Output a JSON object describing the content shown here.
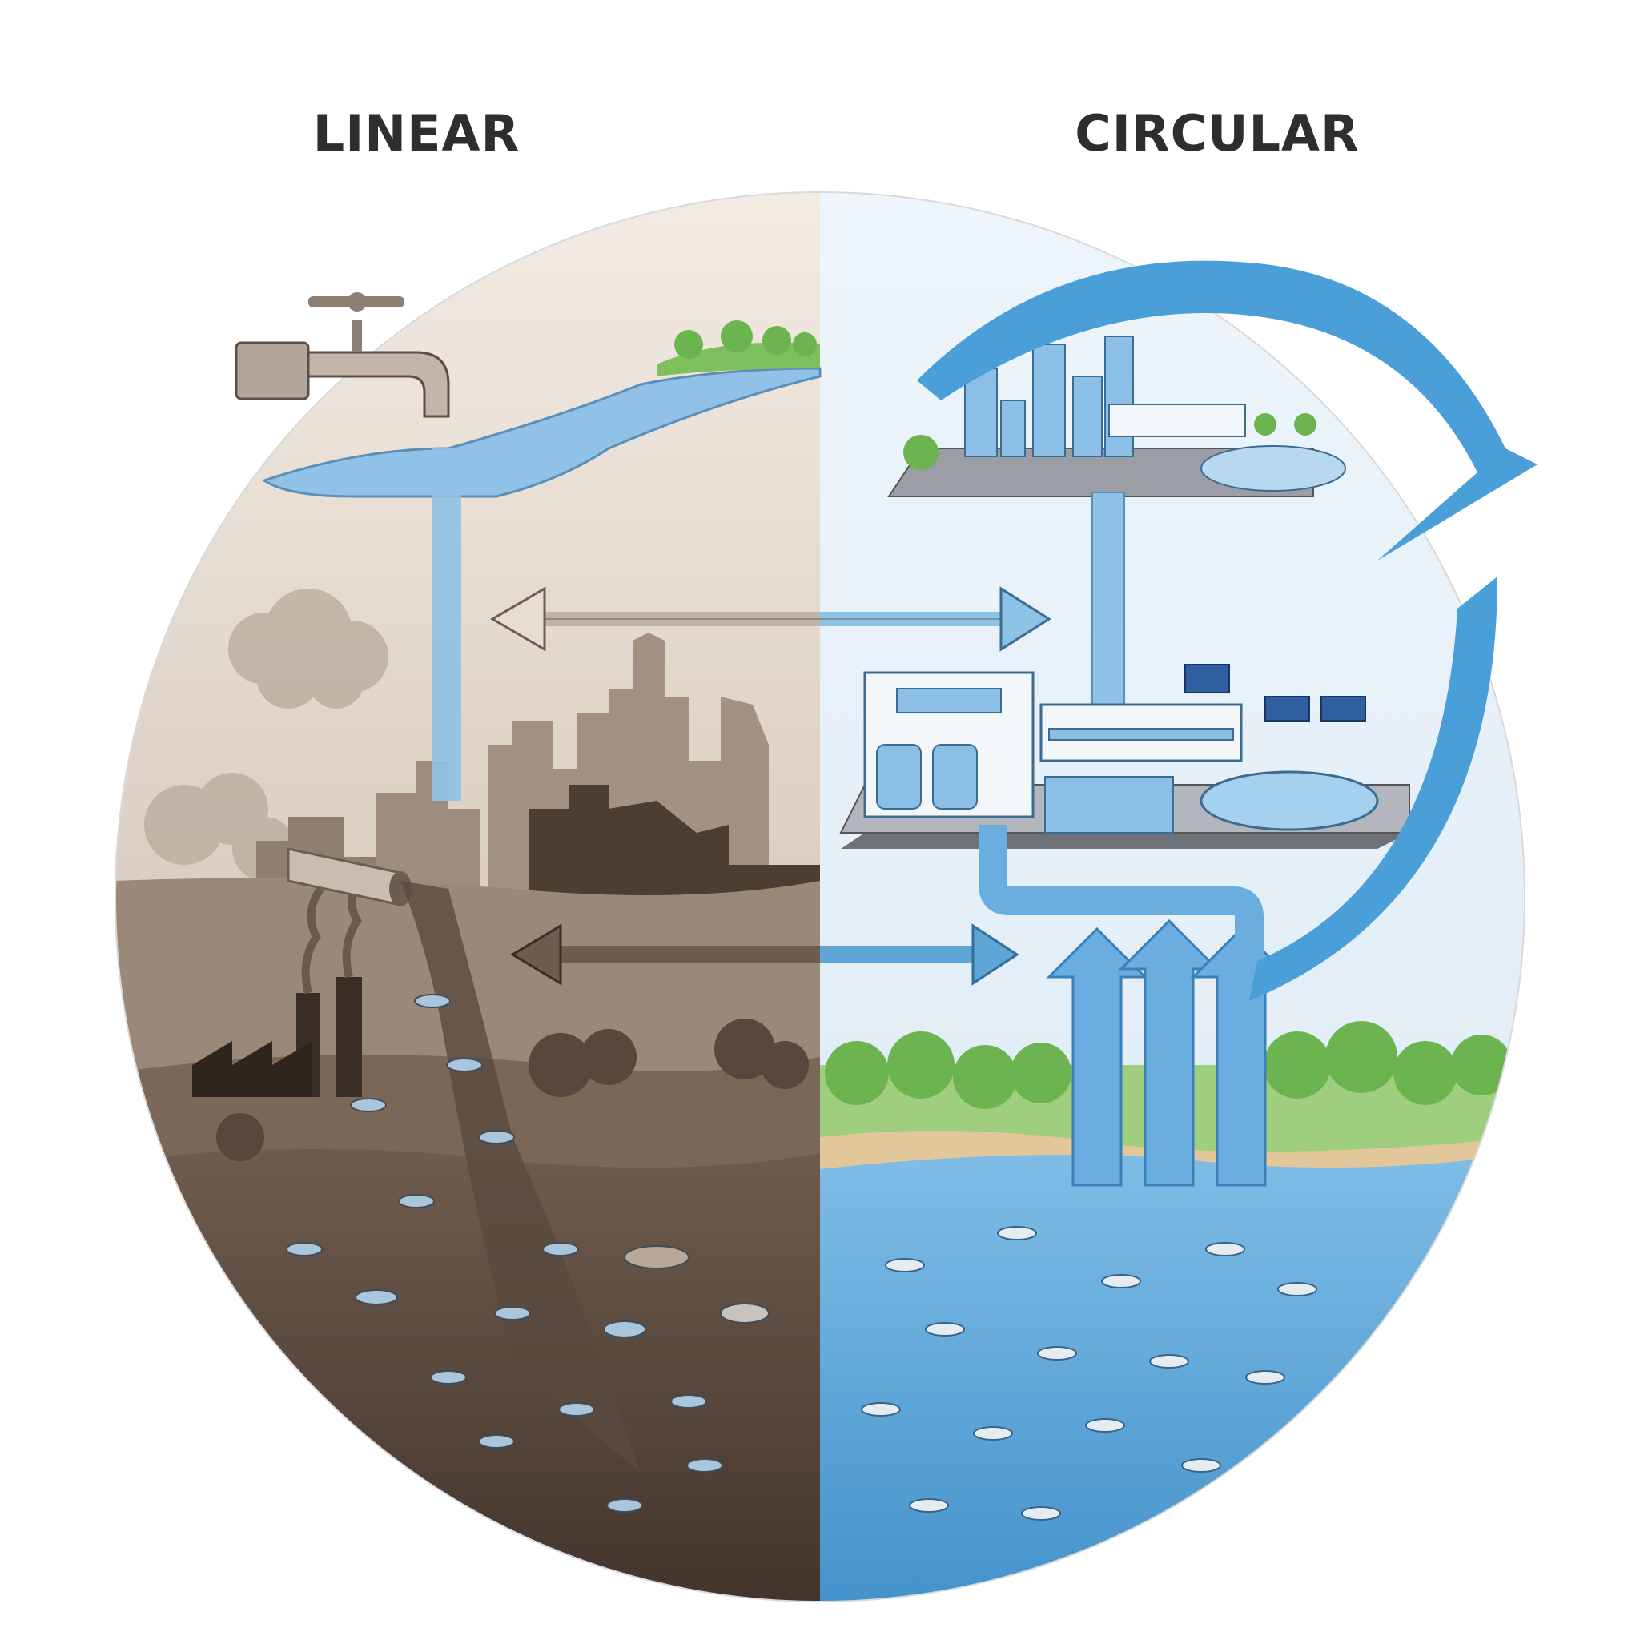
{
  "titles": {
    "linear": "LINEAR",
    "circular": "CIRCULAR"
  },
  "panels": {
    "linear": {
      "elements": [
        "tap-icon",
        "river",
        "city-skyline",
        "factory-smokestacks",
        "discharge-pipe",
        "polluted-water",
        "dead-fish"
      ]
    },
    "circular": {
      "elements": [
        "city-with-treatment-plant",
        "treatment-plant",
        "solar-panels",
        "return-arrows",
        "clean-lake",
        "healthy-fish",
        "cycle-arrow"
      ]
    }
  },
  "colors": {
    "linear_bg": "#efe6dc",
    "circular_bg": "#e8f1f8",
    "water_blue": "#5fa6d6",
    "arrow_blue": "#4a9fd8",
    "polluted_dark": "#4e3f35",
    "smog_gray": "#a49689",
    "tree_green": "#6cb44f"
  }
}
